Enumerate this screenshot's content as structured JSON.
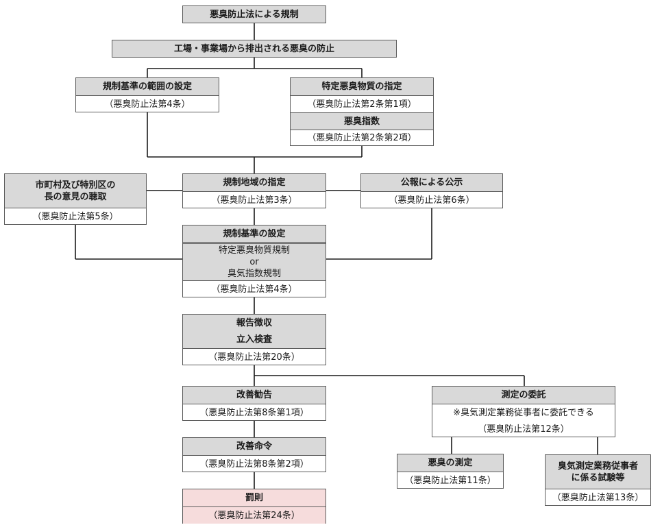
{
  "nodes": {
    "law": {
      "title": "悪臭防止法による規制"
    },
    "prevention": {
      "title": "工場・事業場から排出される悪臭の防止"
    },
    "range": {
      "title": "規制基準の範囲の設定",
      "ref": "（悪臭防止法第4条）"
    },
    "substance": {
      "title": "特定悪臭物質の指定",
      "ref": "（悪臭防止法第2条第1項）"
    },
    "index": {
      "title": "悪臭指数",
      "ref": "（悪臭防止法第2条第2項）"
    },
    "municipal": {
      "title_line1": "市町村及び特別区の",
      "title_line2": "長の意見の聴取",
      "ref": "（悪臭防止法第5条）"
    },
    "area": {
      "title": "規制地域の指定",
      "ref": "（悪臭防止法第3条）"
    },
    "notice": {
      "title": "公報による公示",
      "ref": "（悪臭防止法第6条）"
    },
    "standard": {
      "title": "規制基準の設定",
      "line1": "特定悪臭物質規制",
      "line2": "or",
      "line3": "臭気指数規制",
      "ref": "（悪臭防止法第4条）"
    },
    "report": {
      "title_line1": "報告徴収",
      "title_line2": "立入検査",
      "ref": "（悪臭防止法第20条）"
    },
    "advice": {
      "title": "改善勧告",
      "ref": "（悪臭防止法第8条第1項）"
    },
    "order": {
      "title": "改善命令",
      "ref": "（悪臭防止法第8条第2項）"
    },
    "penalty": {
      "title": "罰則",
      "ref": "（悪臭防止法第24条）"
    },
    "commission": {
      "title": "測定の委託",
      "note": "※臭気測定業務従事者に委託できる",
      "ref": "（悪臭防止法第12条）"
    },
    "measure": {
      "title": "悪臭の測定",
      "ref": "（悪臭防止法第11条）"
    },
    "exam": {
      "title_line1": "臭気測定業務従事者",
      "title_line2": "に係る試験等",
      "ref": "（悪臭防止法第13条）"
    }
  },
  "colors": {
    "header": "#d9d9d9",
    "penalty": "#f6dcdc",
    "line": "#1a1a1a"
  }
}
